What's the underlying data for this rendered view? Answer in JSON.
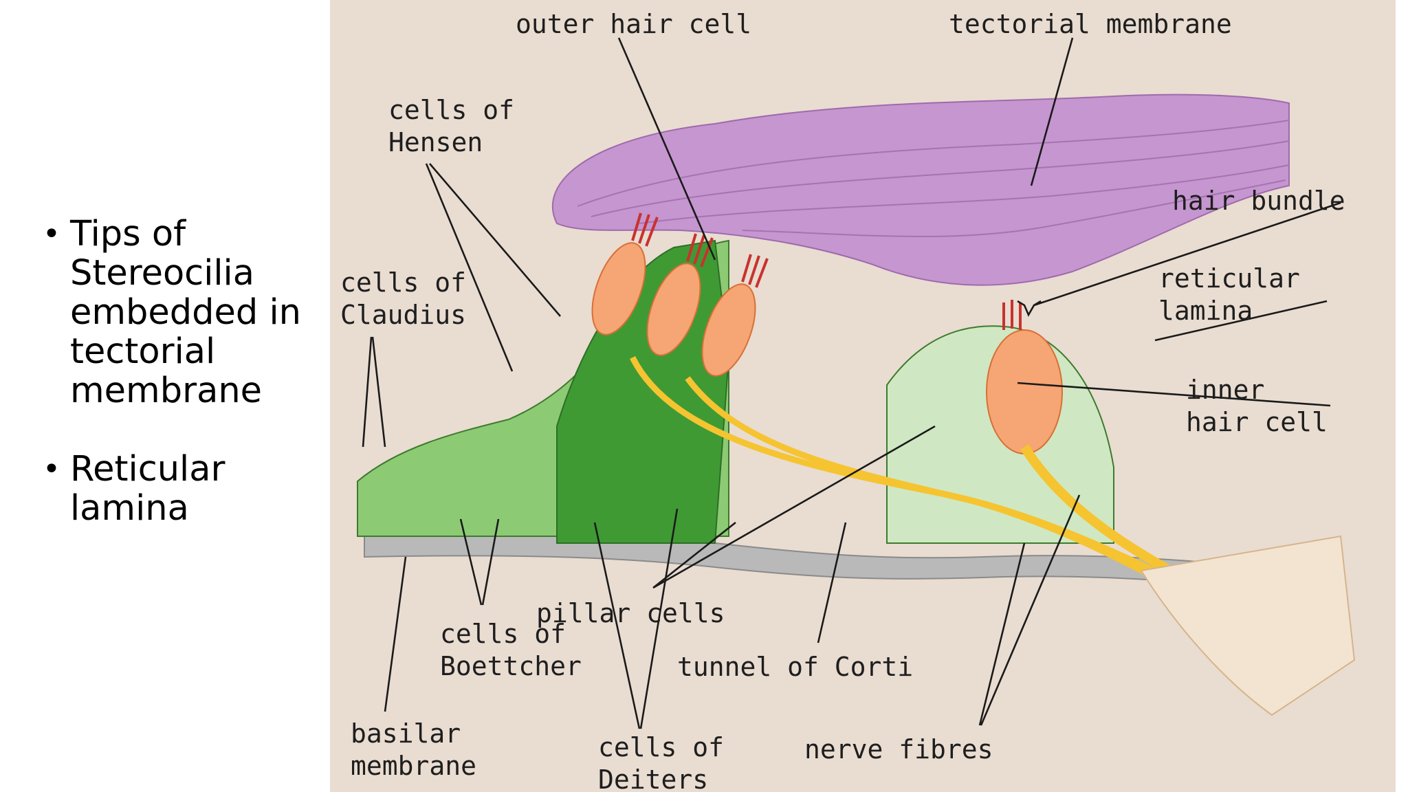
{
  "bullets": [
    "Tips of Stereocilia embedded in tectorial membrane",
    "Reticular lamina"
  ],
  "labels": {
    "outer_hair_cell": "outer hair cell",
    "tectorial_membrane": "tectorial membrane",
    "cells_of_hensen": [
      "cells of",
      "Hensen"
    ],
    "hair_bundle": "hair bundle",
    "cells_of_claudius": [
      "cells of",
      "Claudius"
    ],
    "reticular_lamina": [
      "reticular",
      "lamina"
    ],
    "inner_hair_cell": [
      "inner",
      "hair cell"
    ],
    "pillar_cells": "pillar cells",
    "cells_of_boettcher": [
      "cells of",
      "Boettcher"
    ],
    "tunnel_of_corti": "tunnel of Corti",
    "basilar_membrane": [
      "basilar",
      "membrane"
    ],
    "cells_of_deiters": [
      "cells of",
      "Deiters"
    ],
    "nerve_fibres": "nerve fibres"
  },
  "colors": {
    "panel_bg": "#e9dcd1",
    "tectorial": "#c596cf",
    "hair_cell": "#f6a574",
    "support_light": "#cfe8c3",
    "support_mid": "#8ccb74",
    "support_dark": "#3f9a34",
    "nerve": "#f5c430",
    "membrane": "#b9b9b9"
  }
}
